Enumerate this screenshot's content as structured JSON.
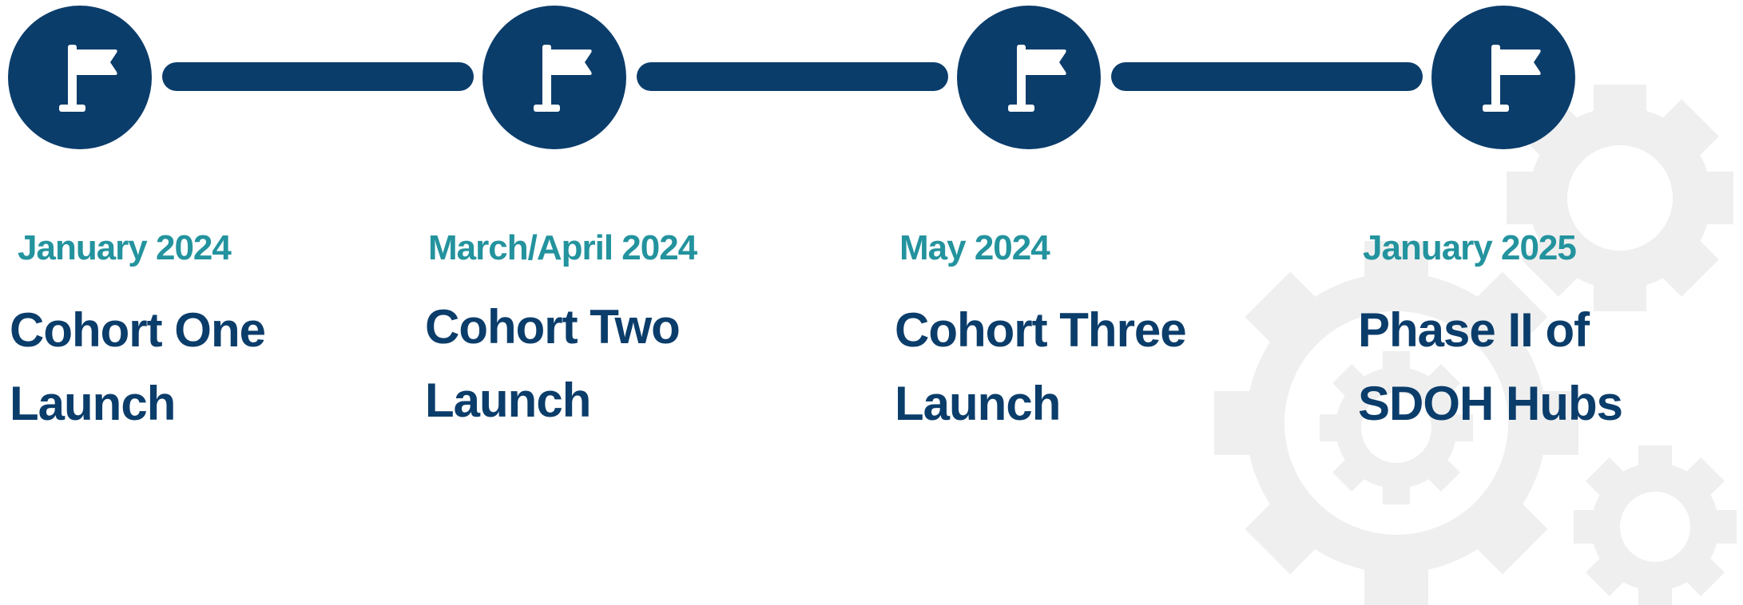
{
  "colors": {
    "primary": "#0b3d6b",
    "accent": "#23939e",
    "gear": "#efefef"
  },
  "milestones": [
    {
      "date": "January 2024",
      "title_lines": [
        "Cohort One",
        "Launch"
      ],
      "icon": "flag-icon"
    },
    {
      "date": "March/April 2024",
      "title_lines": [
        "Cohort Two",
        "Launch"
      ],
      "icon": "flag-icon"
    },
    {
      "date": "May 2024",
      "title_lines": [
        "Cohort Three",
        "Launch"
      ],
      "icon": "flag-icon"
    },
    {
      "date": "January 2025",
      "title_lines": [
        "Phase II of",
        "SDOH Hubs"
      ],
      "icon": "flag-icon"
    }
  ],
  "decoration": {
    "icon": "gear-icon"
  }
}
